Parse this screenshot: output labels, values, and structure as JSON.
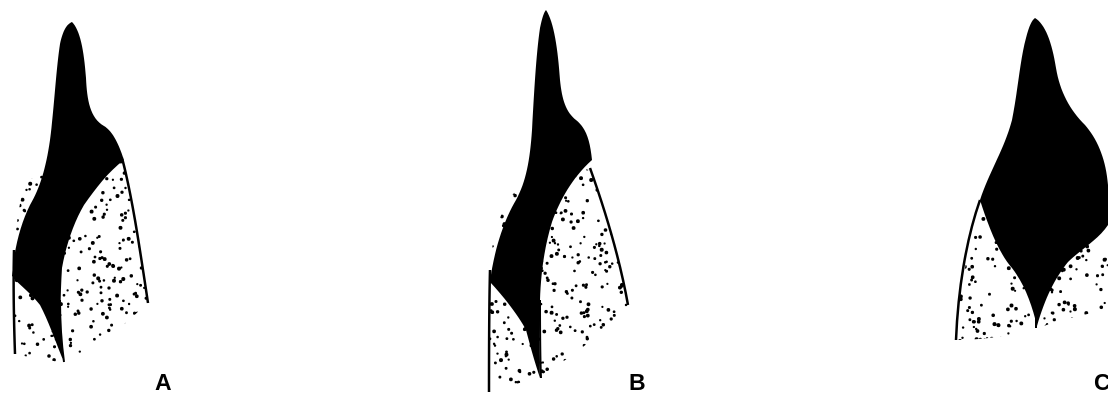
{
  "figure": {
    "panels": [
      {
        "id": "A",
        "label": "A"
      },
      {
        "id": "B",
        "label": "B"
      },
      {
        "id": "C",
        "label": "C"
      }
    ]
  },
  "colors": {
    "solid_fill": "#000000",
    "stipple_dots": "#000000",
    "background": "#ffffff"
  }
}
